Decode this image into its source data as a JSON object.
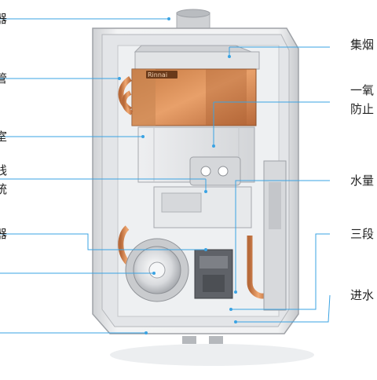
{
  "brand": {
    "logo_text": "Rinnai"
  },
  "colors": {
    "leader_line": "#3aa3e3",
    "copper": "#d98d52",
    "cabinet": "#e9eaec",
    "panel": "#d9dadd"
  },
  "labels_left": [
    {
      "text": "器"
    },
    {
      "text": "管"
    },
    {
      "text": "室"
    },
    {
      "text": "线"
    },
    {
      "text": "统"
    },
    {
      "text": "器"
    },
    {
      "text": ""
    },
    {
      "text": ""
    }
  ],
  "labels_right": [
    {
      "text": "集烟"
    },
    {
      "text": "一氧"
    },
    {
      "text": "防止"
    },
    {
      "text": "水量"
    },
    {
      "text": "三段"
    },
    {
      "text": "进水"
    }
  ]
}
